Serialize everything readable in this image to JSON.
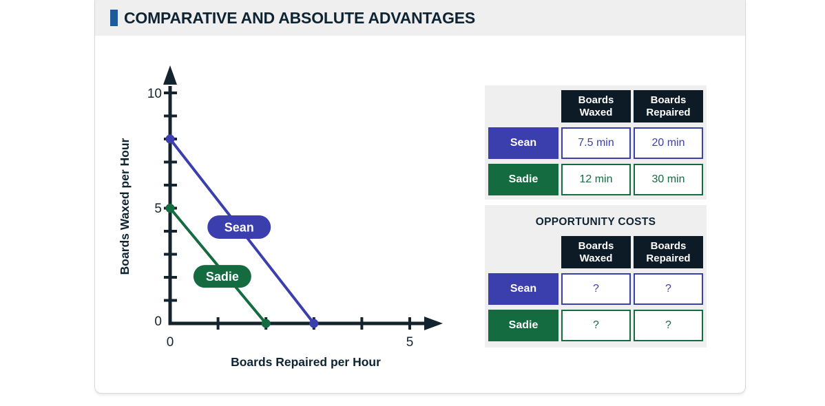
{
  "header": {
    "title": "COMPARATIVE AND ABSOLUTE ADVANTAGES"
  },
  "colors": {
    "sean_blue": "#3b3fae",
    "sadie_green": "#146b40",
    "table_header_dark": "#0d1b26",
    "navy_text": "#0e2433",
    "axis_dark": "#14242f",
    "panel_gray": "#efefef",
    "title_marker_blue": "#1e5b99"
  },
  "chart_data": {
    "type": "line",
    "title": "",
    "xlabel": "Boards Repaired per Hour",
    "ylabel": "Boards Waxed per Hour",
    "xlim": [
      0,
      5.5
    ],
    "ylim": [
      0,
      11
    ],
    "x_ticks": [
      1,
      2,
      3,
      4,
      5
    ],
    "y_ticks": [
      1,
      2,
      3,
      4,
      5,
      6,
      7,
      8,
      9,
      10
    ],
    "grid": false,
    "labels": {
      "y10": "10",
      "y5": "5",
      "y0": "0",
      "x0": "0",
      "x5": "5"
    },
    "series": [
      {
        "name": "Sean",
        "color": "#3b3fae",
        "points": [
          [
            0,
            8
          ],
          [
            3,
            0
          ]
        ],
        "label_at": [
          1.44,
          4.18
        ],
        "label_size": [
          92,
          34
        ]
      },
      {
        "name": "Sadie",
        "color": "#146b40",
        "points": [
          [
            0,
            5
          ],
          [
            2,
            0
          ]
        ],
        "label_at": [
          1.09,
          2.04
        ],
        "label_size": [
          84,
          33
        ]
      }
    ]
  },
  "time_table": {
    "col_headers": [
      "Boards\nWaxed",
      "Boards\nRepaired"
    ],
    "rows": [
      {
        "label": "Sean",
        "color": "#3b3fae",
        "values": [
          "7.5 min",
          "20 min"
        ]
      },
      {
        "label": "Sadie",
        "color": "#146b40",
        "values": [
          "12 min",
          "30 min"
        ]
      }
    ]
  },
  "opportunity_table": {
    "title": "OPPORTUNITY COSTS",
    "col_headers": [
      "Boards\nWaxed",
      "Boards\nRepaired"
    ],
    "rows": [
      {
        "label": "Sean",
        "color": "#3b3fae",
        "values": [
          "?",
          "?"
        ]
      },
      {
        "label": "Sadie",
        "color": "#146b40",
        "values": [
          "?",
          "?"
        ]
      }
    ]
  }
}
